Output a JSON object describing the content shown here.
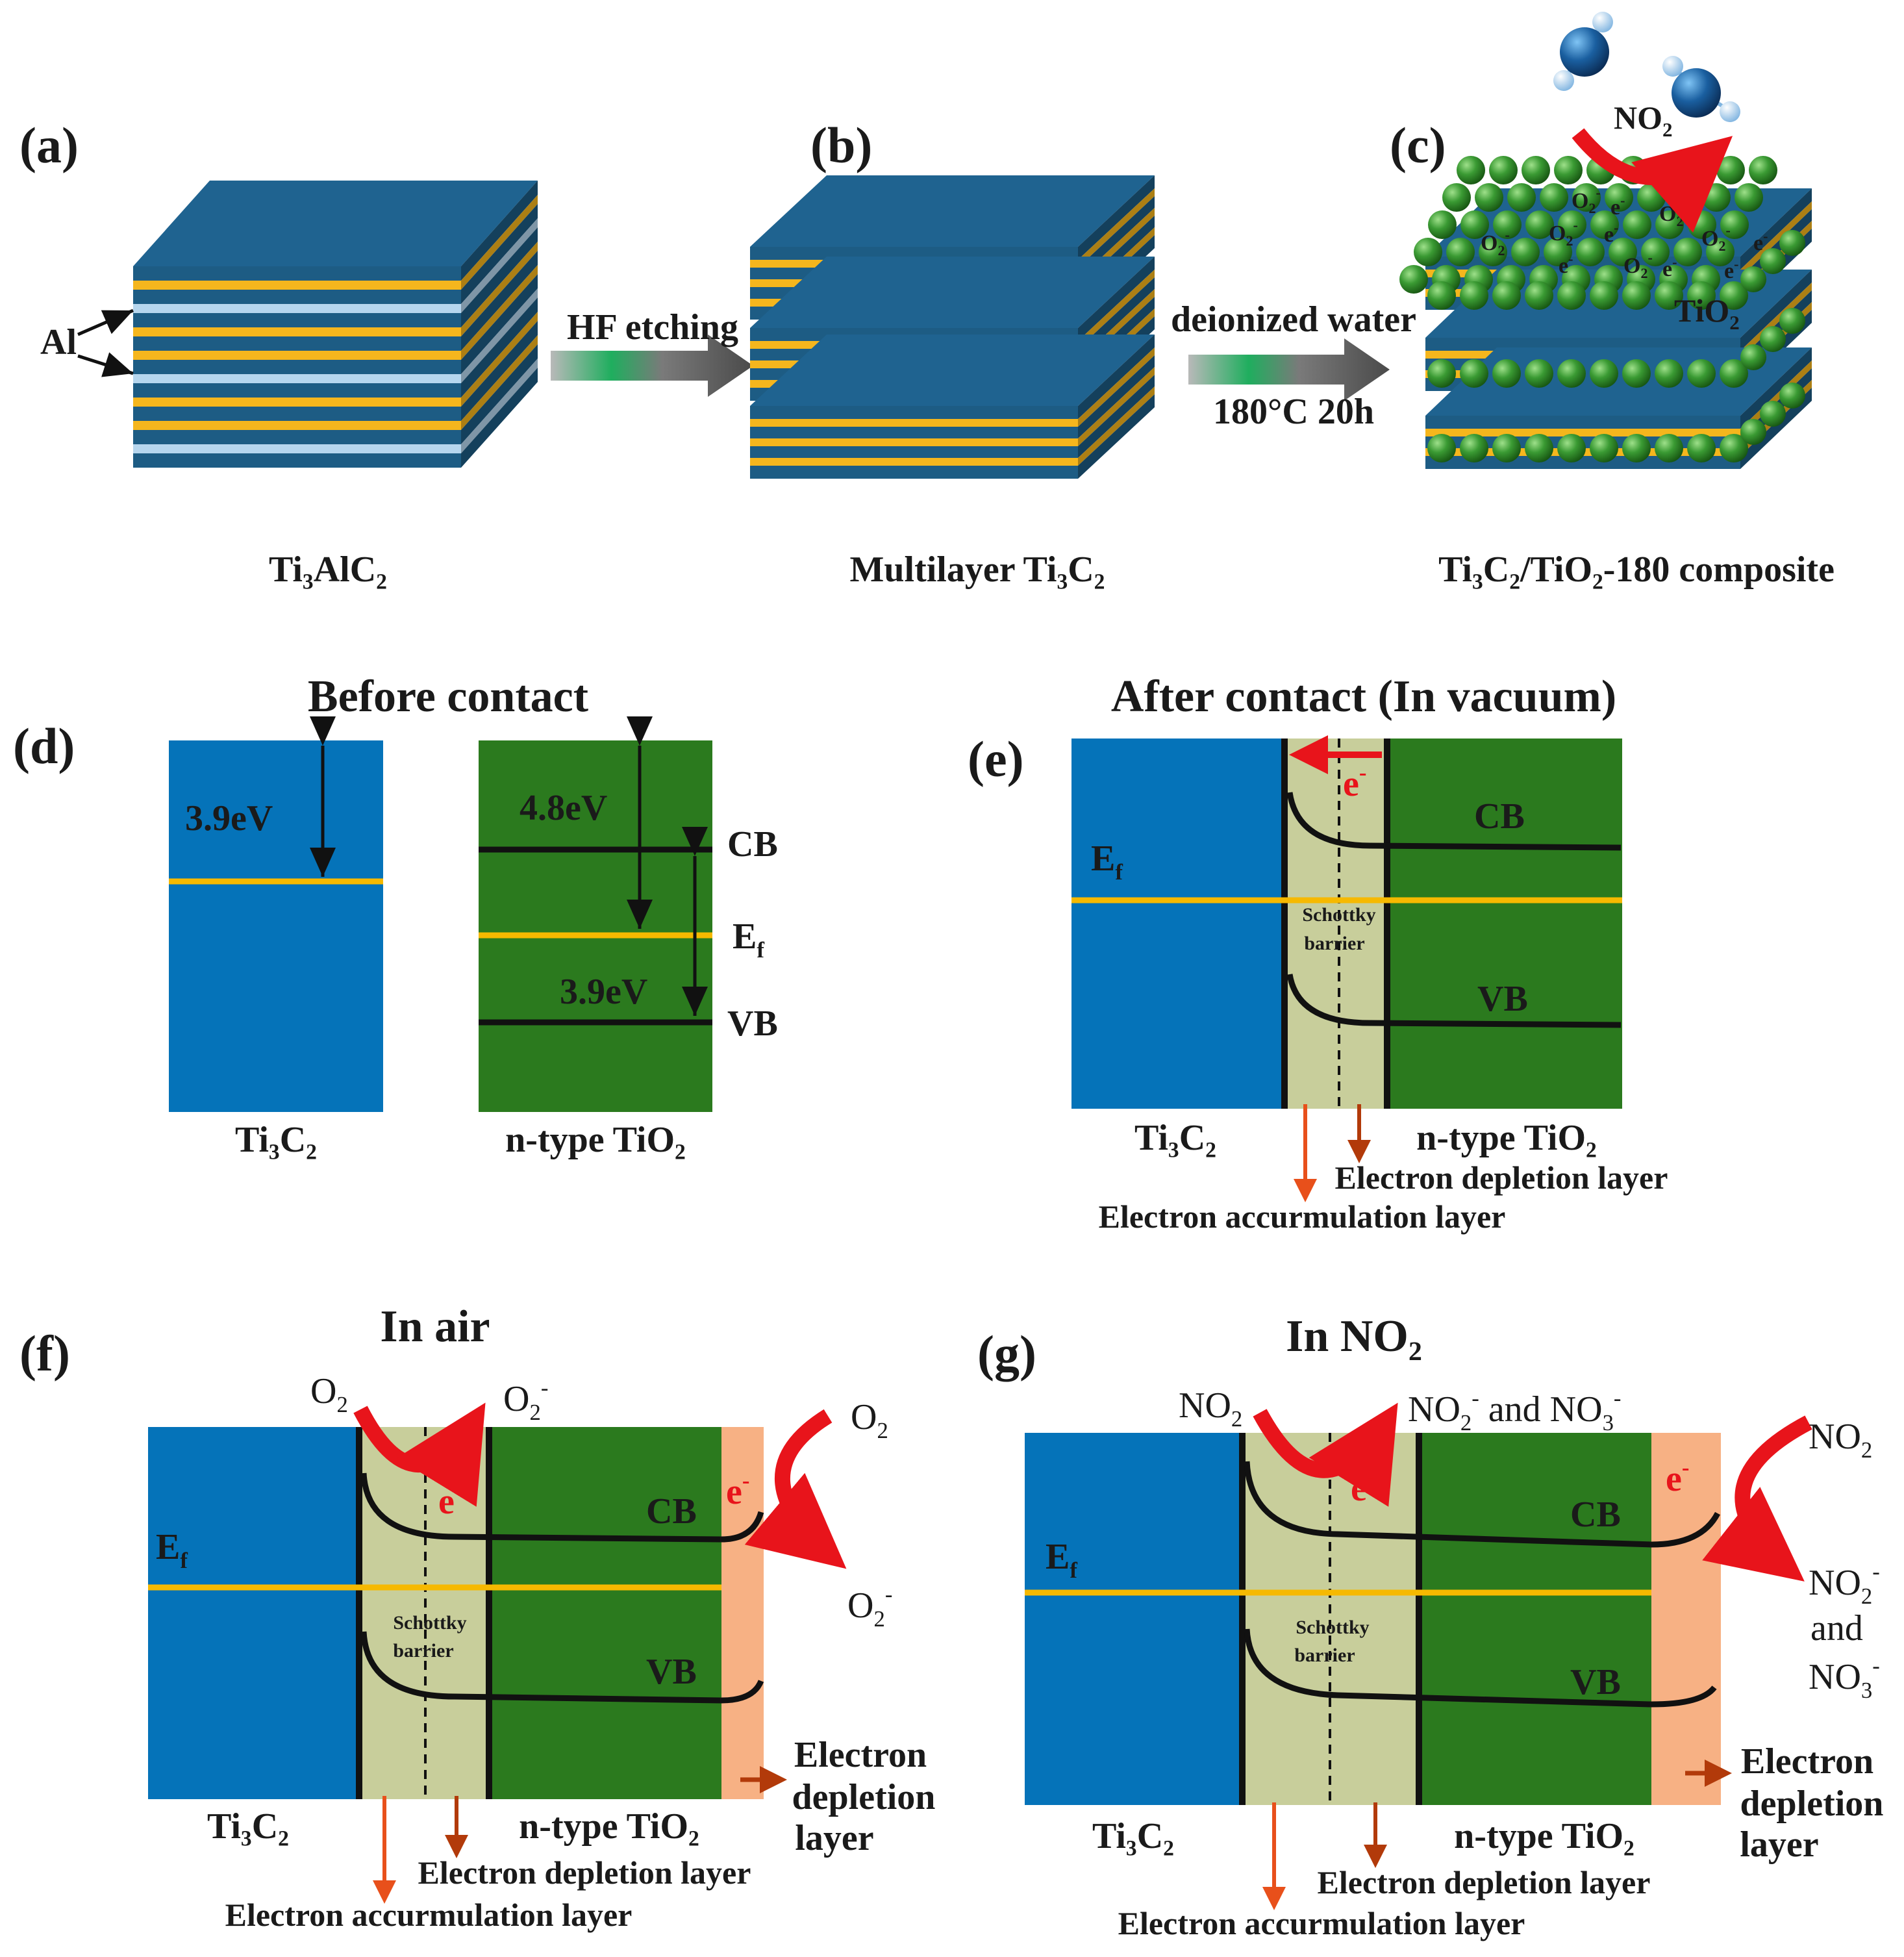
{
  "colors": {
    "ti3c2_blue": "#0573b9",
    "tio2_green": "#2b7a1e",
    "schottky": "#c8ce9b",
    "depletion": "#f7b184",
    "fermi": "#f6b900",
    "arrow_red": "#e8141b",
    "arrow_dark": "#b23a0a",
    "sheet_top": "#1d5c84",
    "sheet_gold": "#f5b61d",
    "al_layer": "#b6d6ee",
    "sphere_green": "#3a9a33",
    "o2_label": "#2ee84a",
    "e_label": "#f2f21c"
  },
  "icons": {
    "no2_molecule": "no2-molecule-icon",
    "sphere": "tio2-sphere-icon"
  },
  "top": {
    "panel_a": "(a)",
    "panel_b": "(b)",
    "panel_c": "(c)",
    "al_label": "Al",
    "arrow1_label": "HF etching",
    "arrow2_label_top": "deionized water",
    "arrow2_label_bottom": "180°C 20h",
    "no2_label": "NO",
    "no2_sub": "2",
    "tio2_label": "TiO",
    "tio2_sub": "2",
    "surface_o2": "O",
    "surface_o2_sub": "2",
    "surface_o2_sup": "-",
    "surface_e": "e",
    "surface_e_sup": "-",
    "caption_a": "Ti₃AlC₂",
    "caption_b": "Multilayer  Ti₃C₂",
    "caption_c": "Ti₃C₂/TiO₂-180 composite"
  },
  "d": {
    "panel": "(d)",
    "title": "Before contact",
    "left_gap": "3.9eV",
    "right_gap_top": "4.8eV",
    "right_gap_bottom": "3.9eV",
    "cb": "CB",
    "ef": "E",
    "ef_sub": "f",
    "vb": "VB",
    "left_caption": "Ti₃C₂",
    "right_caption": "n-type TiO₂"
  },
  "e": {
    "panel": "(e)",
    "title": "After contact (In vacuum)",
    "electron": "e",
    "electron_sup": "-",
    "cb": "CB",
    "vb": "VB",
    "ef": "E",
    "ef_sub": "f",
    "barrier1": "Schottky",
    "barrier2": "barrier",
    "left_caption": "Ti₃C₂",
    "right_caption": "n-type TiO₂",
    "depletion": "Electron depletion layer",
    "accumulation": "Electron accurmulation layer"
  },
  "f": {
    "panel": "(f)",
    "title": "In air",
    "gas_in": "O",
    "gas_in_sub": "2",
    "gas_out": "O",
    "gas_out_sub": "2",
    "gas_out_sup": "-",
    "right_in": "O",
    "right_in_sub": "2",
    "right_out": "O",
    "right_out_sub": "2",
    "right_out_sup": "-",
    "electron": "e",
    "electron_sup": "-",
    "cb": "CB",
    "vb": "VB",
    "ef": "E",
    "ef_sub": "f",
    "barrier1": "Schottky",
    "barrier2": "barrier",
    "left_caption": "Ti₃C₂",
    "right_caption": "n-type TiO₂",
    "side_depl1": "Electron",
    "side_depl2": "depletion",
    "side_depl3": "layer",
    "depletion": "Electron depletion layer",
    "accumulation": "Electron accurmulation layer"
  },
  "g": {
    "panel": "(g)",
    "title": "In NO₂",
    "gas_in": "NO",
    "gas_in_sub": "2",
    "gas_out_a": "NO",
    "gas_out_a_sub": "2",
    "gas_out_a_sup": "-",
    "gas_out_and": " and NO",
    "gas_out_b_sub": "3",
    "gas_out_b_sup": "-",
    "right_in": "NO",
    "right_in_sub": "2",
    "right_out1": "NO",
    "right_out1_sub": "2",
    "right_out1_sup": "-",
    "right_out2": "and",
    "right_out3": "NO",
    "right_out3_sub": "3",
    "right_out3_sup": "-",
    "electron": "e",
    "electron_sup": "-",
    "cb": "CB",
    "vb": "VB",
    "ef": "E",
    "ef_sub": "f",
    "barrier1": "Schottky",
    "barrier2": "barrier",
    "left_caption": "Ti₃C₂",
    "right_caption": "n-type TiO₂",
    "side_depl1": "Electron",
    "side_depl2": "depletion",
    "side_depl3": "layer",
    "depletion": "Electron depletion layer",
    "accumulation": "Electron accurmulation layer"
  }
}
